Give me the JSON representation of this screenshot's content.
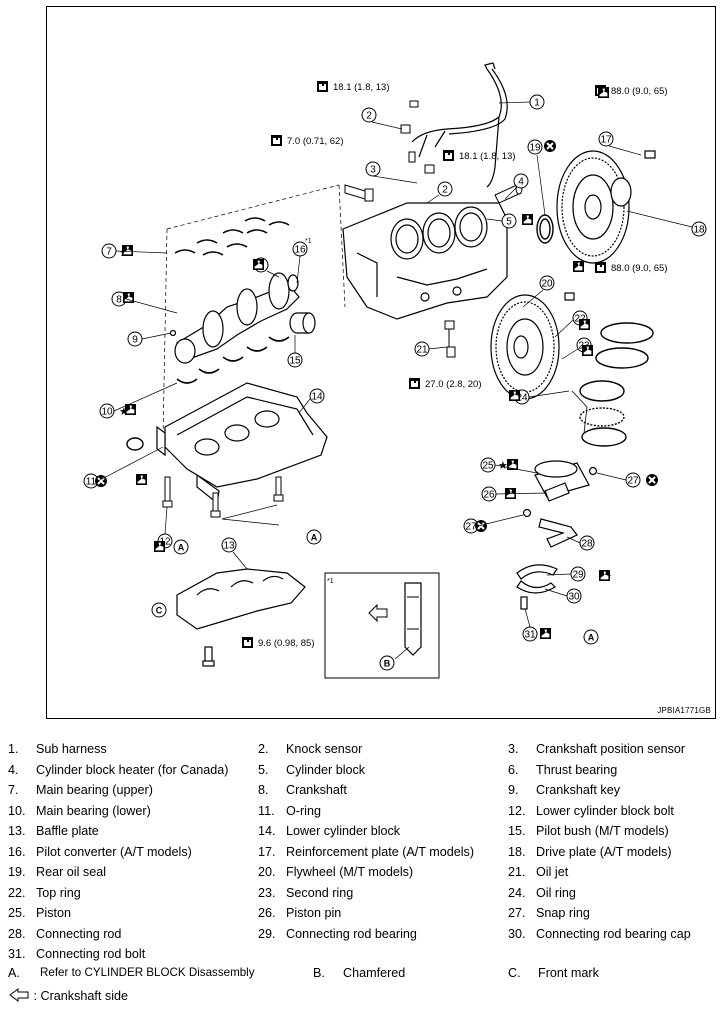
{
  "figure_id": "JPBIA1771GB",
  "detail_mark": "*1",
  "callout_numbers": [
    "1",
    "2",
    "2",
    "3",
    "4",
    "5",
    "6",
    "7",
    "8",
    "9",
    "10",
    "11",
    "12",
    "13",
    "14",
    "15",
    "16",
    "17",
    "18",
    "19",
    "20",
    "21",
    "22",
    "23",
    "24",
    "25",
    "26",
    "27",
    "27",
    "28",
    "29",
    "30",
    "31"
  ],
  "letter_marks": [
    "A",
    "A",
    "A",
    "B",
    "C"
  ],
  "star_mark": "★",
  "torque_specs": [
    "18.1 (1.8, 13)",
    "18.1 (1.8, 13)",
    "7.0 (0.71, 62)",
    "88.0 (9.0, 65)",
    "88.0 (9.0, 65)",
    "27.0 (2.8, 20)",
    "9.6 (0.98, 85)"
  ],
  "legend": [
    {
      "num": "1.",
      "text": "Sub harness"
    },
    {
      "num": "2.",
      "text": "Knock sensor"
    },
    {
      "num": "3.",
      "text": "Crankshaft position sensor"
    },
    {
      "num": "4.",
      "text": "Cylinder block heater (for Canada)"
    },
    {
      "num": "5.",
      "text": "Cylinder block"
    },
    {
      "num": "6.",
      "text": "Thrust bearing"
    },
    {
      "num": "7.",
      "text": "Main bearing (upper)"
    },
    {
      "num": "8.",
      "text": "Crankshaft"
    },
    {
      "num": "9.",
      "text": "Crankshaft key"
    },
    {
      "num": "10.",
      "text": "Main bearing (lower)"
    },
    {
      "num": "11.",
      "text": "O-ring"
    },
    {
      "num": "12.",
      "text": "Lower cylinder block bolt"
    },
    {
      "num": "13.",
      "text": "Baffle plate"
    },
    {
      "num": "14.",
      "text": "Lower cylinder block"
    },
    {
      "num": "15.",
      "text": "Pilot bush (M/T models)"
    },
    {
      "num": "16.",
      "text": "Pilot converter (A/T models)"
    },
    {
      "num": "17.",
      "text": "Reinforcement plate (A/T models)"
    },
    {
      "num": "18.",
      "text": "Drive plate (A/T models)"
    },
    {
      "num": "19.",
      "text": "Rear oil seal"
    },
    {
      "num": "20.",
      "text": "Flywheel (M/T models)"
    },
    {
      "num": "21.",
      "text": "Oil jet"
    },
    {
      "num": "22.",
      "text": "Top ring"
    },
    {
      "num": "23.",
      "text": "Second ring"
    },
    {
      "num": "24.",
      "text": "Oil ring"
    },
    {
      "num": "25.",
      "text": "Piston"
    },
    {
      "num": "26.",
      "text": "Piston pin"
    },
    {
      "num": "27.",
      "text": "Snap ring"
    },
    {
      "num": "28.",
      "text": "Connecting rod"
    },
    {
      "num": "29.",
      "text": "Connecting rod bearing"
    },
    {
      "num": "30.",
      "text": "Connecting rod bearing cap"
    },
    {
      "num": "31.",
      "text": "Connecting rod bolt"
    }
  ],
  "notes": [
    {
      "letter": "A.",
      "text": "Refer to CYLINDER BLOCK Disassembly"
    },
    {
      "letter": "B.",
      "text": "Chamfered"
    },
    {
      "letter": "C.",
      "text": "Front mark"
    }
  ],
  "arrow_note": ": Crankshaft side"
}
